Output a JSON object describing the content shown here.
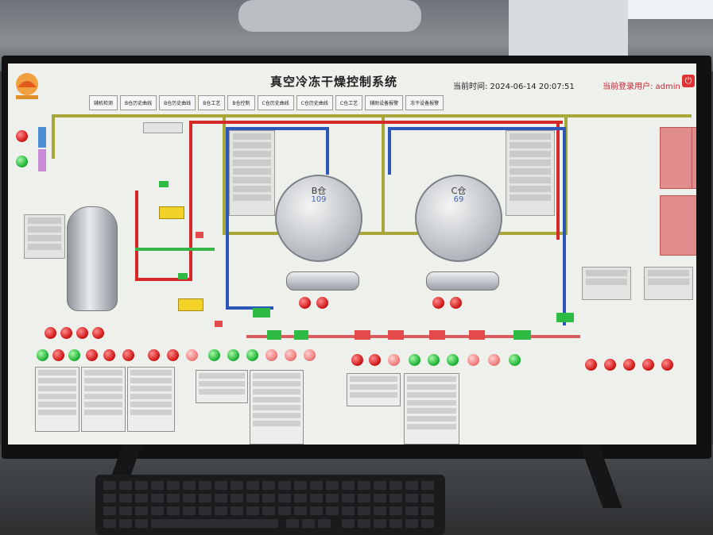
{
  "screen": {
    "title": "真空冷冻干燥控制系统",
    "clock": "当前时间: 2024-06-14 20:07:51",
    "user": "当前登录用户: admin",
    "nav": [
      "辅机检测",
      "B仓历史曲线",
      "B仓历史曲线",
      "B仓工艺",
      "B仓控制",
      "C仓历史曲线",
      "C仓历史曲线",
      "C仓工艺",
      "辅助设备报警",
      "冻干设备报警"
    ],
    "chamber_b": {
      "label": "B仓",
      "value": "109"
    },
    "chamber_c": {
      "label": "C仓",
      "value": "69"
    }
  },
  "colors": {
    "pipe_red": "#d62828",
    "pipe_blue": "#2a57b8",
    "pipe_yellow": "#a8a83a",
    "pipe_green": "#3ab54a"
  }
}
